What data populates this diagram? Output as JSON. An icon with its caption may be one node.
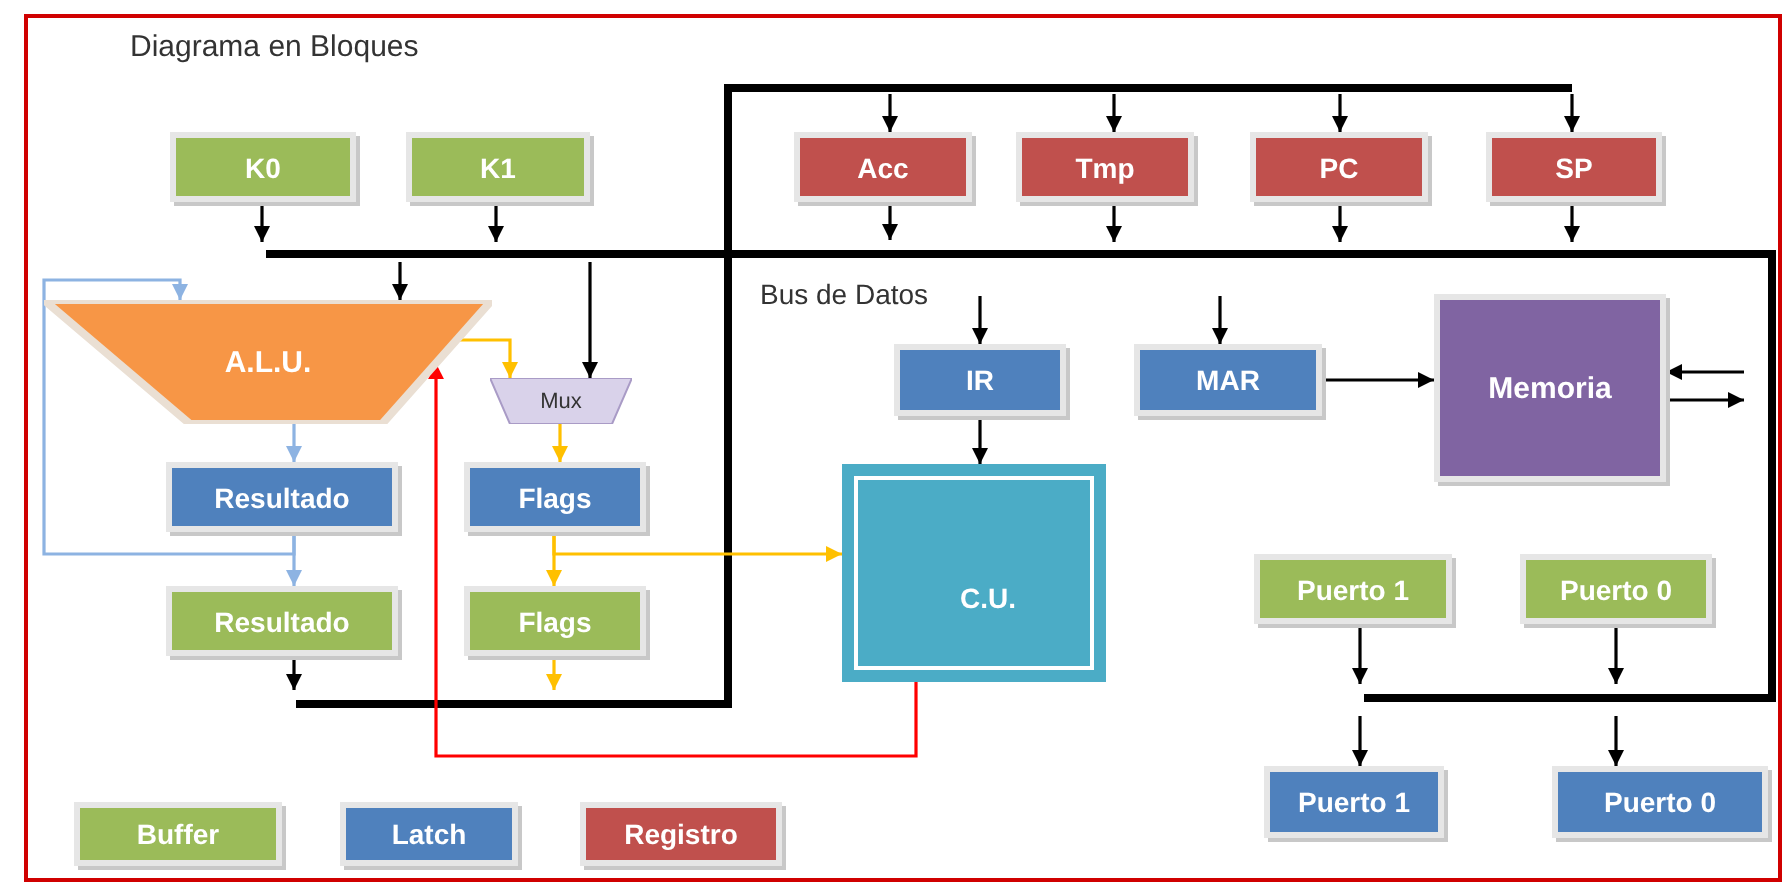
{
  "diagram": {
    "title": "Diagrama en Bloques",
    "nodes": [
      {
        "text": [
          "K0"
        ]
      },
      {
        "text": [
          "K1"
        ]
      },
      {
        "text": [
          "Acc"
        ]
      },
      {
        "text": [
          "Tmp"
        ]
      },
      {
        "text": [
          "PC"
        ]
      },
      {
        "text": [
          "SP"
        ]
      },
      {
        "text": [
          "A.L.U."
        ]
      },
      {
        "text": [
          "Mux"
        ]
      },
      {
        "text": [
          "IR"
        ]
      },
      {
        "text": [
          "MAR"
        ]
      },
      {
        "text": [
          "Memoria"
        ]
      },
      {
        "text": [
          "Resultado"
        ]
      },
      {
        "text": [
          "Flags"
        ]
      },
      {
        "text": [
          "C.U."
        ]
      },
      {
        "text": [
          "Resultado"
        ]
      },
      {
        "text": [
          "Flags"
        ]
      },
      {
        "text": [
          "Puerto 1"
        ]
      },
      {
        "text": [
          "Puerto 0"
        ]
      },
      {
        "text": [
          "Puerto 1"
        ]
      },
      {
        "text": [
          "Puerto 0"
        ]
      }
    ],
    "edges": [
      {
        "from": 0,
        "to": null,
        "arrow": "to"
      },
      {
        "from": 1,
        "to": null,
        "arrow": "to"
      },
      {
        "from": null,
        "to": 6,
        "arrow": "to"
      },
      {
        "from": null,
        "to": 7,
        "arrow": "to"
      },
      {
        "from": null,
        "to": 2,
        "arrow": "to"
      },
      {
        "from": null,
        "to": 3,
        "arrow": "to"
      },
      {
        "from": null,
        "to": 4,
        "arrow": "to"
      },
      {
        "from": null,
        "to": 5,
        "arrow": "to"
      },
      {
        "from": 2,
        "to": null,
        "arrow": "to"
      },
      {
        "from": 3,
        "to": null,
        "arrow": "to"
      },
      {
        "from": 4,
        "to": null,
        "arrow": "to"
      },
      {
        "from": 5,
        "to": null,
        "arrow": "to"
      },
      {
        "from": null,
        "to": 8,
        "arrow": "to"
      },
      {
        "from": null,
        "to": 9,
        "arrow": "to"
      },
      {
        "from": 9,
        "to": 10,
        "arrow": "to"
      },
      {
        "from": null,
        "to": 10,
        "arrow": "to"
      },
      {
        "from": 10,
        "to": null,
        "arrow": "to"
      },
      {
        "from": 8,
        "to": 13,
        "arrow": "to"
      },
      {
        "from": 6,
        "to": 11,
        "arrow": "to",
        "color": "#8db3e2"
      },
      {
        "from": 11,
        "to": 14,
        "arrow": "to",
        "color": "#8db3e2"
      },
      {
        "from": 11,
        "to": 6,
        "arrow": "to",
        "color": "#8db3e2"
      },
      {
        "from": 6,
        "to": 7,
        "arrow": "to",
        "color": "#ffc000"
      },
      {
        "from": 7,
        "to": 12,
        "arrow": "to",
        "color": "#ffc000"
      },
      {
        "from": 12,
        "to": 15,
        "arrow": "to",
        "color": "#ffc000"
      },
      {
        "from": 12,
        "to": 13,
        "arrow": "to",
        "color": "#ffc000"
      },
      {
        "from": 15,
        "to": null,
        "arrow": "to",
        "color": "#ffc000"
      },
      {
        "from": 14,
        "to": null,
        "arrow": "to"
      },
      {
        "from": 13,
        "to": 6,
        "arrow": "to",
        "color": "#ff0000"
      },
      {
        "from": 16,
        "to": null,
        "arrow": "to"
      },
      {
        "from": 17,
        "to": null,
        "arrow": "to"
      },
      {
        "from": null,
        "to": 18,
        "arrow": "to"
      },
      {
        "from": null,
        "to": 19,
        "arrow": "to"
      }
    ],
    "labels": [
      "Bus de Datos"
    ],
    "legend": [
      {
        "text": "Buffer",
        "color": "#9bbb59"
      },
      {
        "text": "Latch",
        "color": "#4f81bd"
      },
      {
        "text": "Registro",
        "color": "#c0504d"
      }
    ]
  }
}
